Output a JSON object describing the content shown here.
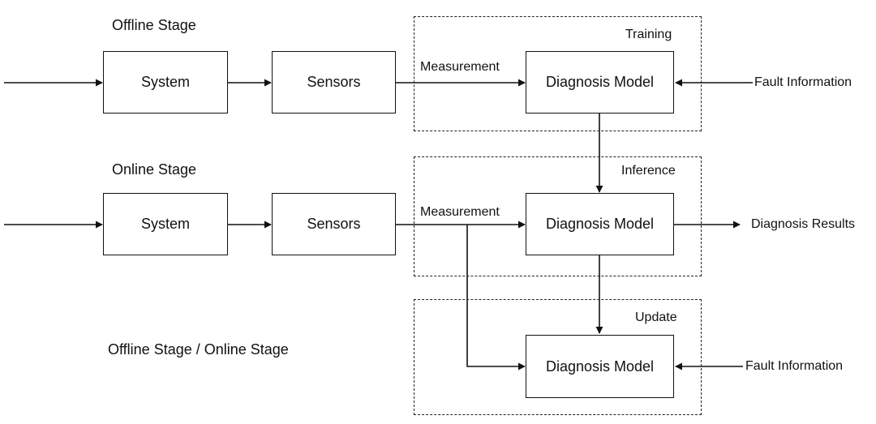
{
  "stages": {
    "offline": "Offline Stage",
    "online": "Online Stage",
    "combined": "Offline Stage / Online Stage"
  },
  "regions": {
    "training": "Training",
    "inference": "Inference",
    "update": "Update"
  },
  "nodes": {
    "system": "System",
    "sensors": "Sensors",
    "diagnosis_model": "Diagnosis Model"
  },
  "edges": {
    "measurement": "Measurement",
    "fault_information": "Fault Information",
    "diagnosis_results": "Diagnosis Results"
  }
}
